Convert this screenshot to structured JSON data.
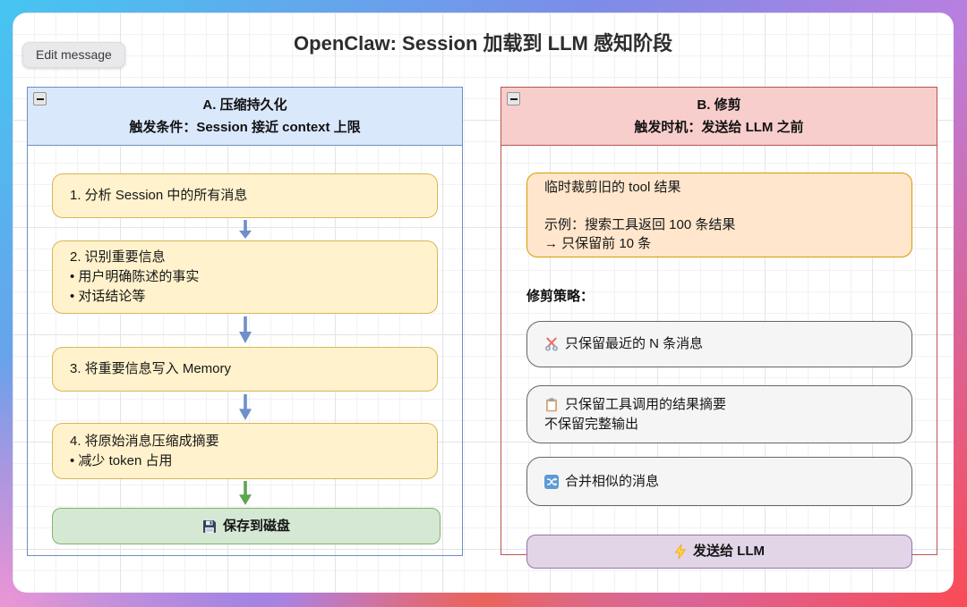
{
  "title": "OpenClaw: Session 加载到 LLM 感知阶段",
  "toolbar": {
    "edit_label": "Edit message"
  },
  "panel_a": {
    "title": "A. 压缩持久化",
    "subtitle": "触发条件：Session 接近 context 上限",
    "steps": [
      {
        "lines": [
          "1. 分析 Session 中的所有消息"
        ]
      },
      {
        "lines": [
          "2. 识别重要信息",
          "• 用户明确陈述的事实",
          "• 对话结论等"
        ]
      },
      {
        "lines": [
          "3. 将重要信息写入 Memory"
        ]
      },
      {
        "lines": [
          "4. 将原始消息压缩成摘要",
          "• 减少 token 占用"
        ]
      }
    ],
    "save_box": {
      "icon": "floppy-disk-icon",
      "label": "保存到磁盘"
    }
  },
  "panel_b": {
    "title": "B. 修剪",
    "subtitle": "触发时机：发送给 LLM 之前",
    "note_box": {
      "line1": "临时裁剪旧的 tool 结果",
      "line2": "示例：搜索工具返回 100 条结果",
      "line3": "→ 只保留前 10 条"
    },
    "strategies_label": "修剪策略：",
    "strategies": [
      {
        "icon": "scissors-icon",
        "lines": [
          "只保留最近的 N 条消息"
        ]
      },
      {
        "icon": "clipboard-icon",
        "lines": [
          "只保留工具调用的结果摘要",
          "不保留完整输出"
        ]
      },
      {
        "icon": "shuffle-icon",
        "lines": [
          "合并相似的消息"
        ]
      }
    ],
    "send_box": {
      "icon": "lightning-icon",
      "label": "发送给 LLM"
    }
  },
  "colors": {
    "panel_a_fill": "#dae8fc",
    "panel_a_border": "#6c8ebf",
    "panel_b_fill": "#f8cecc",
    "panel_b_border": "#b85450",
    "step_fill": "#fff2cc",
    "step_border": "#d6b656",
    "save_fill": "#d5e8d4",
    "save_border": "#82b366",
    "note_fill": "#ffe6cc",
    "note_border": "#d79b00",
    "strategy_fill": "#f5f5f5",
    "strategy_border": "#666666",
    "send_fill": "#e1d5e7",
    "send_border": "#9673a6",
    "arrow_blue": "#6e8fc9",
    "arrow_green": "#5ea64f"
  }
}
